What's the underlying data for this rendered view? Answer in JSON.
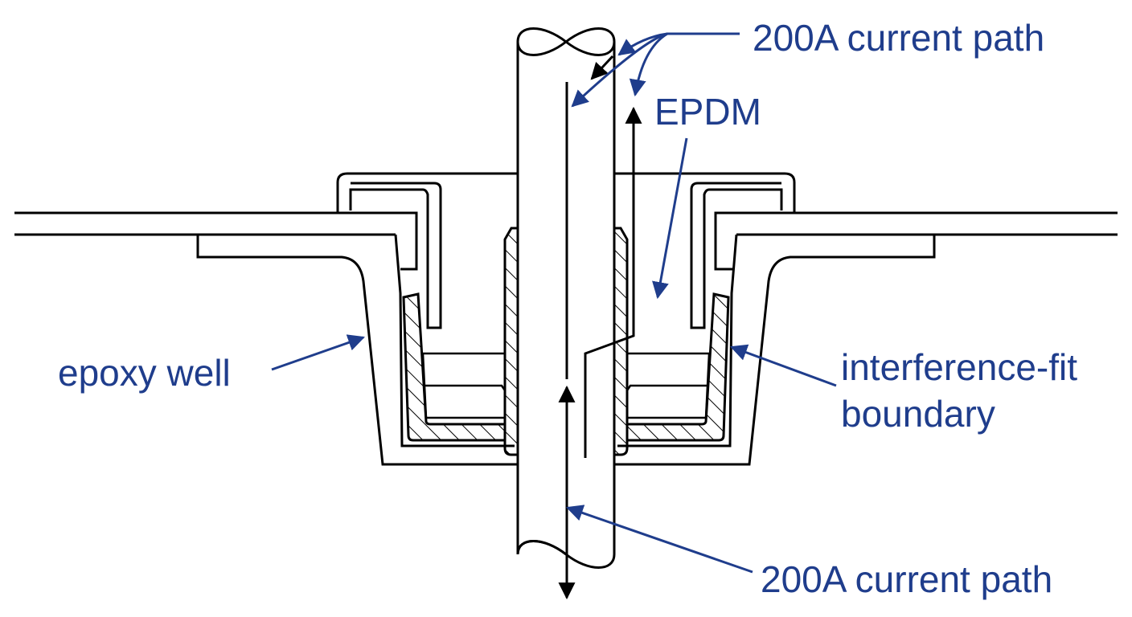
{
  "colors": {
    "drawing": "#000000",
    "annotation": "#1f3d8c",
    "background": "#ffffff"
  },
  "labels": {
    "current_top": "200A current path",
    "epdm": "EPDM",
    "epoxy_well": "epoxy well",
    "interference_line1": "interference-fit",
    "interference_line2": "boundary",
    "current_bottom": "200A current path"
  }
}
